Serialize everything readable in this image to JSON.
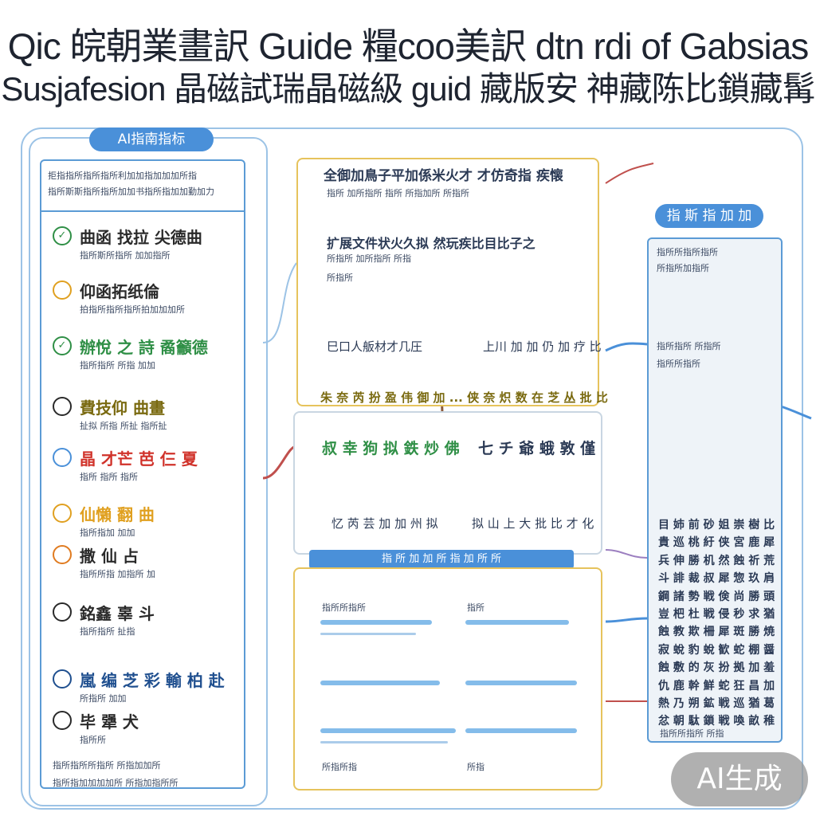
{
  "title": {
    "line1": "Qic 皖朝業畫訳 Guide 糧coo美訳 dtn rdi of Gabsias",
    "line2": "Susjafesion 晶磁試瑞晶磁級 guid 藏版安 神藏陈比鎖藏髯"
  },
  "left_panel": {
    "pill": "AI指南指标",
    "intro": [
      "拒指指所指所指所利加加指加加加所指",
      "指所斯斯指所指所加加书指所指加加勤加力"
    ],
    "items": [
      {
        "icon": "check-circle-icon",
        "label": "曲函 找拉 尖德曲",
        "sub": "指所斯所指所 加加指所",
        "color": "#2a2a2a",
        "icon_color": "#2f8f46"
      },
      {
        "icon": "circle-icon",
        "label": "仰函拓纸倫",
        "sub": "拍指所指所指所拍加加加所",
        "color": "#2a2a2a",
        "icon_color": "#e0a020"
      },
      {
        "icon": "check-circle-icon",
        "label": "辦悅 之 詩 矞籲德",
        "sub": "指所指所 所指 加加",
        "color": "#2f8f46",
        "icon_color": "#2f8f46"
      },
      {
        "icon": "circle-icon",
        "label": "費技仰 曲畫",
        "sub": "扯拟 所指 所扯 指所扯",
        "color": "#7a6a10",
        "icon_color": "#2a2a2a"
      },
      {
        "icon": "circle-icon",
        "label": "晶 才芒 芭 仨 夏",
        "sub": "指所 指所 指所",
        "color": "#d0322a",
        "icon_color": "#4a90d9"
      },
      {
        "icon": "circle-icon",
        "label": "仙懶 翻 曲",
        "sub": "指所指加 加加",
        "color": "#e0a020",
        "icon_color": "#e0a020"
      },
      {
        "icon": "circle-icon",
        "label": "撒 仙 占",
        "sub": "指所所指 加指所 加",
        "color": "#2a2a2a",
        "icon_color": "#e07b20"
      },
      {
        "icon": "circle-icon",
        "label": "銘鑫 辜 斗",
        "sub": "指所指所 扯指",
        "color": "#2a2a2a",
        "icon_color": "#2a2a2a"
      },
      {
        "icon": "circle-icon",
        "label": "嵐 编 芝 彩 輸 柏 赴",
        "sub": "所指所 加加",
        "color": "#1f4f8f",
        "icon_color": "#1f4f8f"
      },
      {
        "icon": "circle-icon",
        "label": "毕 犟 犬",
        "sub": "指所所",
        "color": "#2a2a2a",
        "icon_color": "#2a2a2a"
      }
    ],
    "footer": [
      "指所指所所指所 所指加加所",
      "指所指加加加加所 所指加指所所"
    ]
  },
  "center_top": {
    "heading_line": "全御加鳥子平加係米火才 才仿奇指 疾懐",
    "lines": [
      "指所 加所指所 指所 所指加所 所指所",
      "扩展文件状火久拟 然玩疾比目比子之",
      "所指所 加所指所 所指",
      "所指所"
    ],
    "node_left": "巳口人舨材才几圧",
    "node_right": "上川 加 加 仍 加 疗 比",
    "bottom_label": "朱 奈 芮 扮 盈 伟 御 加 ...   侠 奈 炽 数 在 芝 丛 批 比"
  },
  "center_middle": {
    "left_head": "叔 幸 狗 拟 鉄 炒 佛",
    "right_head": "七 チ 爺 蛾 敦 僅",
    "left_foot": "忆 芮 芸 加 加 州 拟",
    "right_foot": "拟 山 上 大 批 比 才 化"
  },
  "center_bottom": {
    "pill": "指 所 加 加 所 指 加 所 所",
    "rows": [
      "指所所指所",
      "指所",
      "所指所指",
      "所指"
    ]
  },
  "right_panel": {
    "pill": "指 斯 指 加 加",
    "header_lines": [
      "指所所指所指所",
      "所指所加指所"
    ],
    "mid_lines": [
      "指所指所 所指所",
      "指所所指所"
    ],
    "list": [
      "目 姉 前 砂 姐 崇 樹 比 斧 蝕 貝",
      "貴 巡 桃 紆 侠 宮 鹿 犀 匕 巡 拡",
      "兵 伸 勝 机 然 蝕 祈 荒 蝕 杠",
      "斗 誹 裁 叔 犀 惣 玖 肩 爺 社",
      "鋼 諸 勢 戦 倹 尚 勝 頭 加",
      "豈 杷 杜 戦 侵 秒 求 猶 纏 加",
      "蝕 教 欺 柵 犀 斑 勝 焼 旺 鉢",
      "寂 蛻 豹 蛻 歓 蛇 棚 醤 刑",
      "蝕 敷 的 灰 扮 拠 加 羞 巡 貰",
      "仇 鹿 幹 鮮 蛇 狂 昌 加 訳 面",
      "熱 乃 朔 鉱 戦 巡 猶 葛 鯊",
      "忿 朝 駄 鎖 戦 喚 畝 稚 暦 訳"
    ],
    "footer": "指所所指所 所指"
  },
  "watermark": "AI生成",
  "colors": {
    "accent_blue": "#4a90d9",
    "border_blue": "#5b9bd5",
    "gold": "#e6c35c",
    "title": "#1e2430"
  }
}
